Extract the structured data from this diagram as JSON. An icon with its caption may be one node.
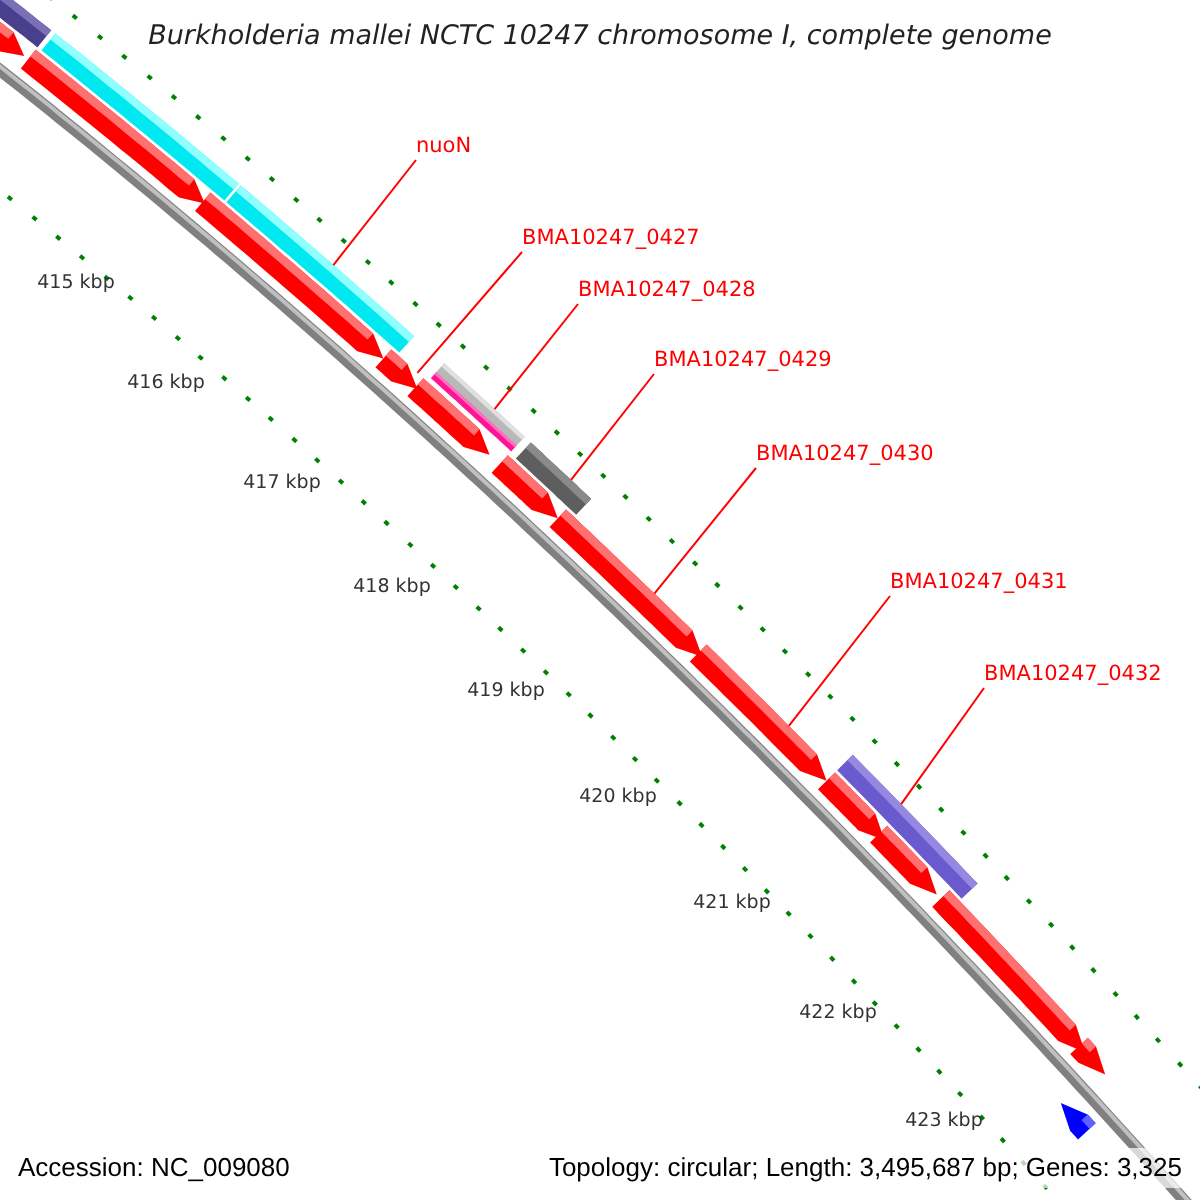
{
  "diagram": {
    "title": "Burkholderia mallei NCTC 10247 chromosome I, complete genome",
    "nodes": [
      {
        "text": [
          "nuoN"
        ]
      },
      {
        "text": [
          "BMA10247_0427"
        ]
      },
      {
        "text": [
          "BMA10247_0428"
        ]
      },
      {
        "text": [
          "BMA10247_0429"
        ]
      },
      {
        "text": [
          "BMA10247_0430"
        ]
      },
      {
        "text": [
          "BMA10247_0431"
        ]
      },
      {
        "text": [
          "BMA10247_0432"
        ]
      },
      {
        "text": [],
        "shape": "bar"
      },
      {
        "text": [],
        "shape": "bar"
      },
      {
        "text": [],
        "shape": "arrow"
      },
      {
        "text": [],
        "shape": "arrow"
      },
      {
        "text": [],
        "shape": "arrow"
      },
      {
        "text": [],
        "shape": "bar"
      },
      {
        "text": [],
        "shape": "arrow"
      },
      {
        "text": [],
        "shape": "arrow"
      },
      {
        "text": [],
        "shape": "bar"
      },
      {
        "text": [],
        "shape": "bar"
      },
      {
        "text": [],
        "shape": "arrow"
      },
      {
        "text": [],
        "shape": "bar"
      },
      {
        "text": [],
        "shape": "arrow"
      },
      {
        "text": [],
        "shape": "arrow"
      },
      {
        "text": [],
        "shape": "arrow"
      },
      {
        "text": [],
        "shape": "bar"
      },
      {
        "text": [],
        "shape": "arrow"
      },
      {
        "text": [],
        "shape": "arrow"
      },
      {
        "text": [],
        "shape": "arrow"
      },
      {
        "text": [],
        "shape": "arrow"
      }
    ],
    "edges": [
      {
        "from": 0,
        "to": 12,
        "arrow": "none"
      },
      {
        "from": 1,
        "to": 13,
        "arrow": "none"
      },
      {
        "from": 2,
        "to": 15,
        "arrow": "none"
      },
      {
        "from": 3,
        "to": 18,
        "arrow": "none"
      },
      {
        "from": 4,
        "to": 19,
        "arrow": "none"
      },
      {
        "from": 5,
        "to": 20,
        "arrow": "none"
      },
      {
        "from": 6,
        "to": 22,
        "arrow": "none"
      }
    ],
    "labels": [
      "415 kbp",
      "416 kbp",
      "417 kbp",
      "418 kbp",
      "419 kbp",
      "420 kbp",
      "421 kbp",
      "422 kbp",
      "423 kbp",
      "Accession: NC_009080",
      "Topology: circular; Length: 3,495,687 bp; Genes: 3,325"
    ]
  }
}
